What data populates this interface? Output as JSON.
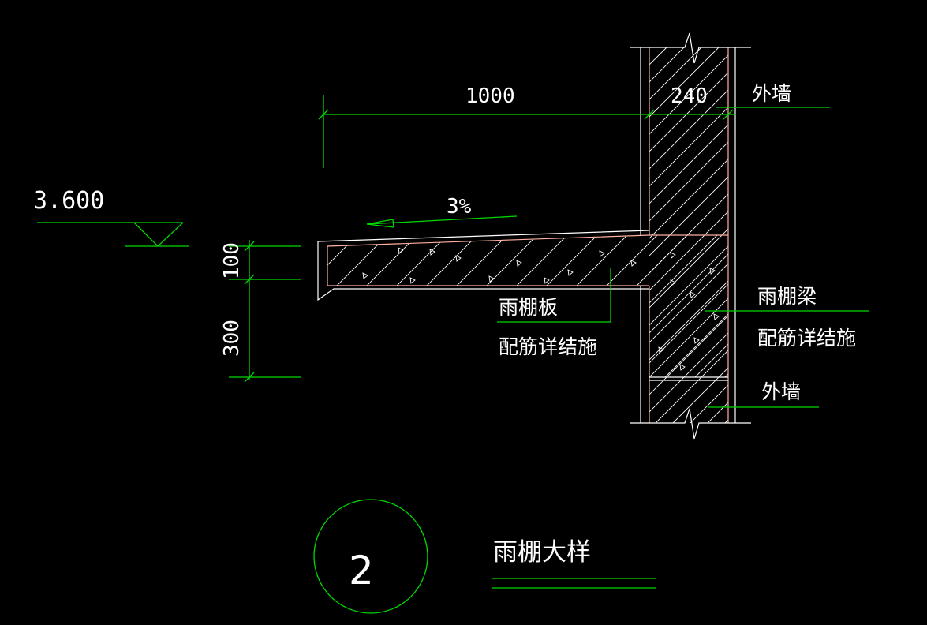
{
  "drawing": {
    "dim_top_left": "1000",
    "dim_top_right": "240",
    "elevation": "3.600",
    "slope": "3%",
    "dim_left_upper": "100",
    "dim_left_lower": "300",
    "label_outer_wall_top": "外墙",
    "label_outer_wall_bottom": "外墙",
    "label_canopy_slab": "雨棚板",
    "label_canopy_slab_rebar": "配筋详结施",
    "label_canopy_beam": "雨棚梁",
    "label_canopy_beam_rebar": "配筋详结施",
    "detail_number": "2",
    "detail_title": "雨棚大样"
  },
  "colors": {
    "background": "#000000",
    "line": "#00d800",
    "wall_outline": "#ffb0a0",
    "text": "#ffffff"
  }
}
